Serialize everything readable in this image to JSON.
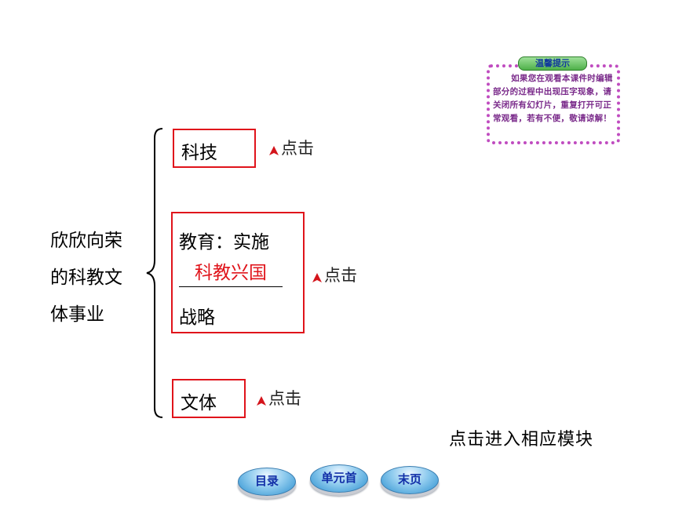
{
  "tip": {
    "title": "温馨提示",
    "text": "如果您在观看本课件时编辑部分的过程中出现压字现象，请关闭所有幻灯片，重复打开可正常观看，若有不便，敬请谅解！"
  },
  "main_label": [
    "欣欣向荣",
    "的科教文",
    "体事业"
  ],
  "branches": {
    "tech_label": "科技",
    "edu_line1": "教育：实施",
    "edu_blank_answer": "科教兴国",
    "edu_line3": "战略",
    "sport_label": "文体"
  },
  "click_label": "点击",
  "hint": "点击进入相应模块",
  "nav": {
    "toc": "目录",
    "unit_first": "单元首",
    "last_page": "末页"
  },
  "colors": {
    "box_border": "#e0141b",
    "answer_text": "#e0141b",
    "tip_border": "#c04cc0",
    "nav_text": "#1230a8"
  },
  "icons": [
    "pointer-icon"
  ]
}
